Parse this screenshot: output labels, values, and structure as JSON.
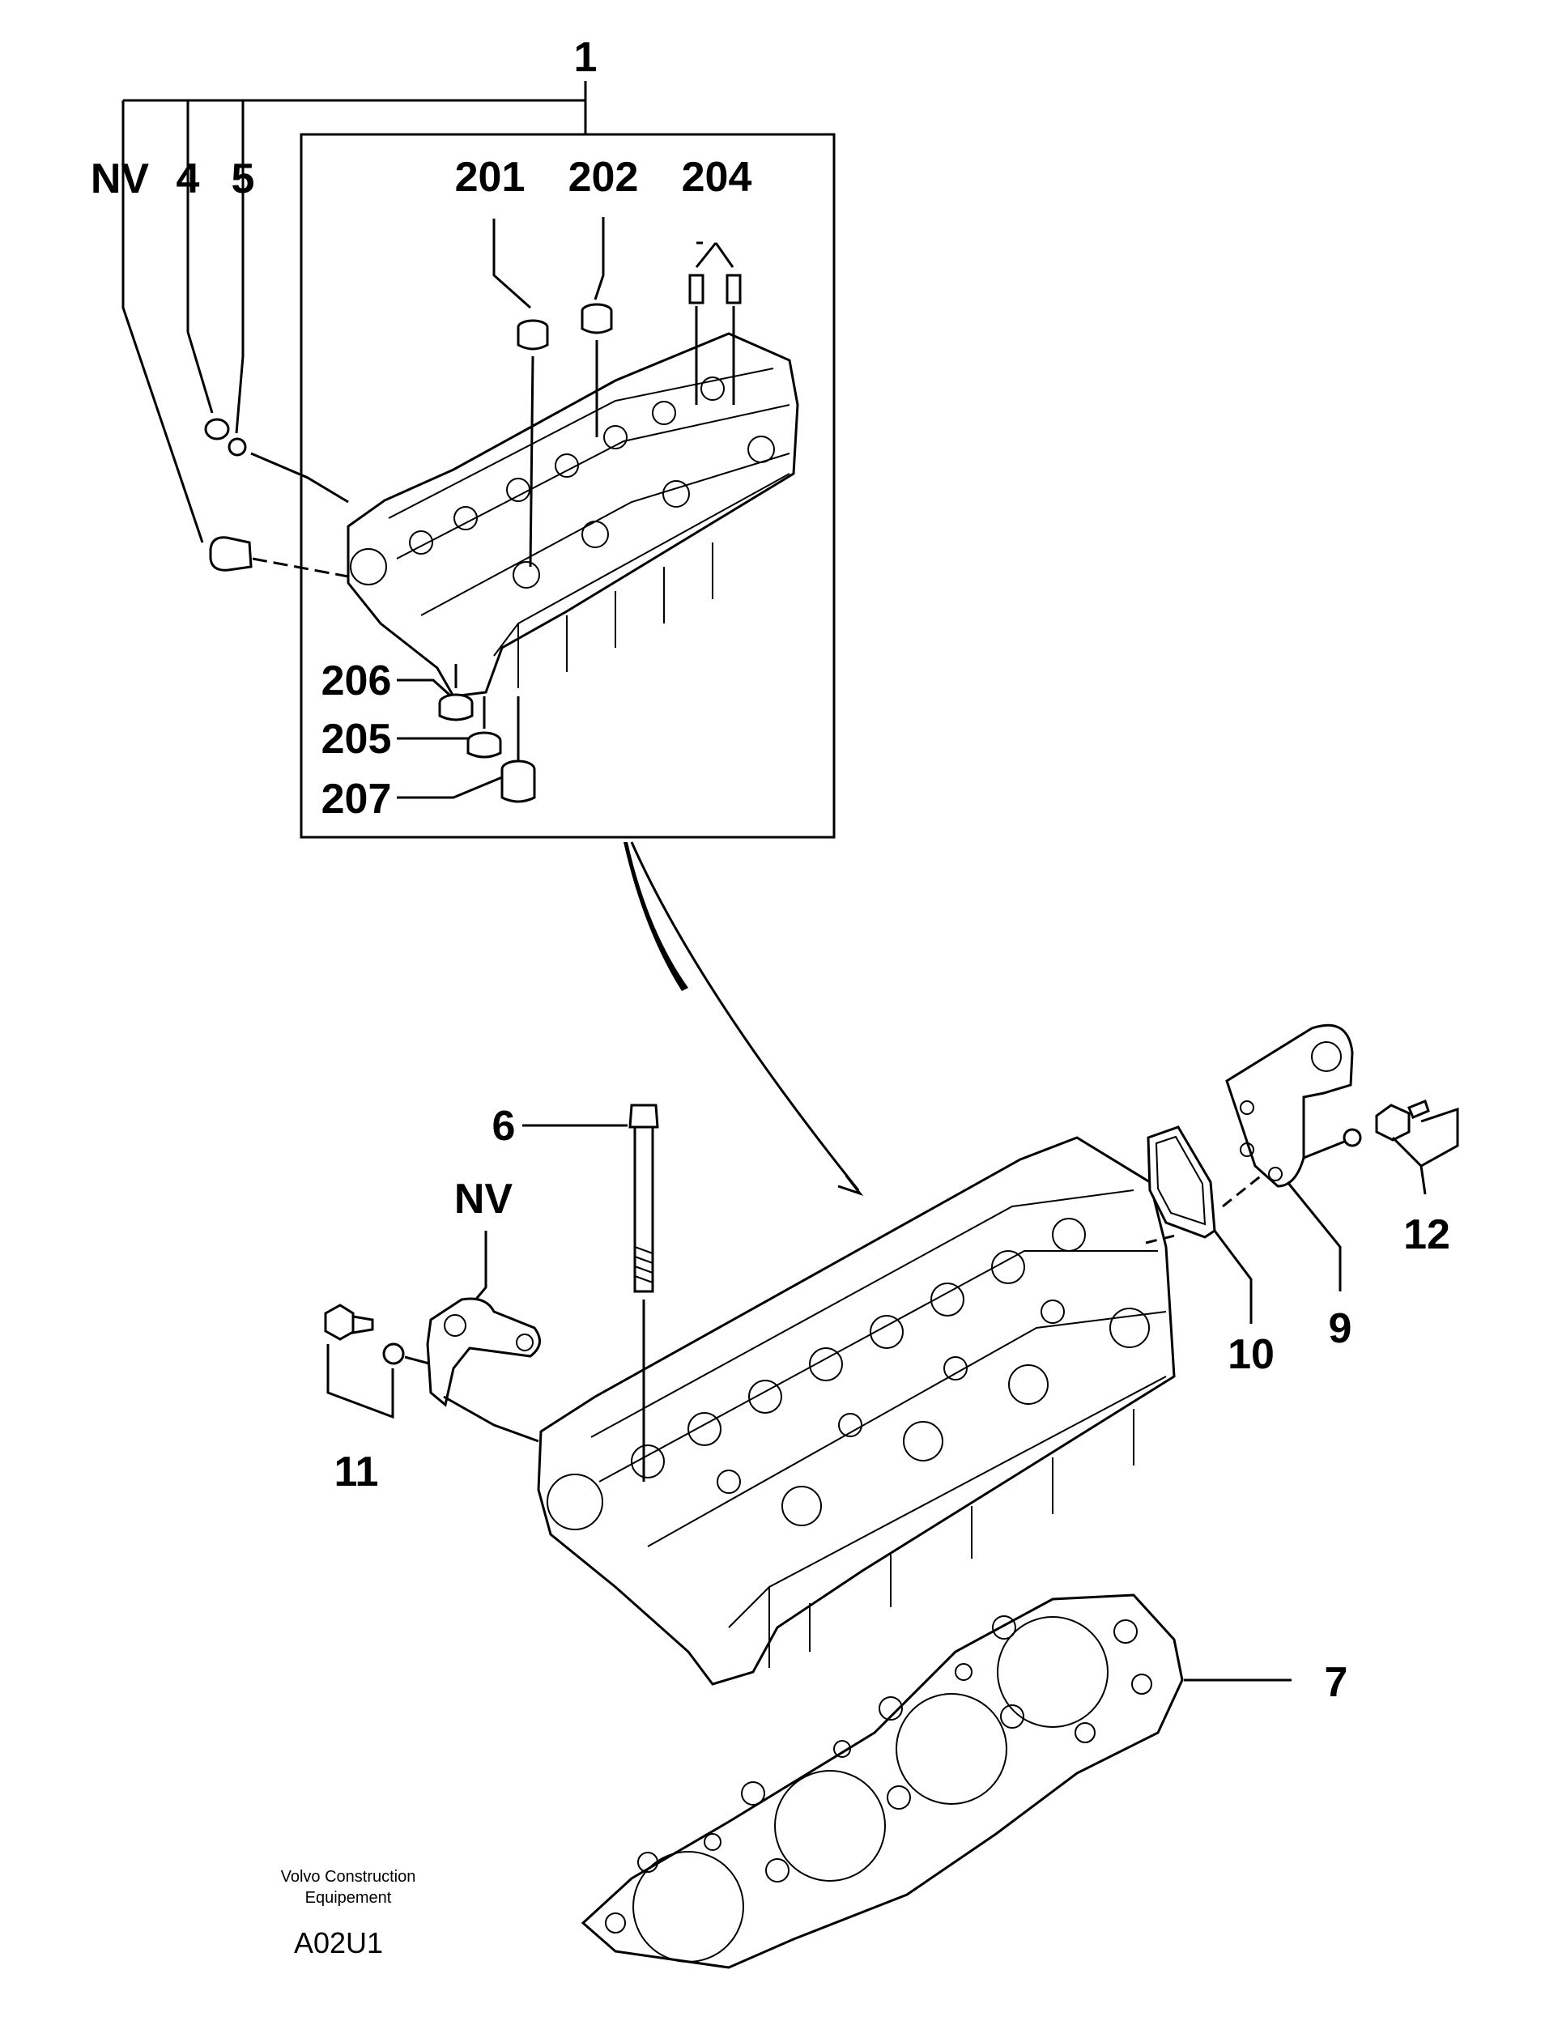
{
  "labels": {
    "l1": "1",
    "nv_top": "NV",
    "l4": "4",
    "l5": "5",
    "l201": "201",
    "l202": "202",
    "l204": "204",
    "l206": "206",
    "l205": "205",
    "l207": "207",
    "l6": "6",
    "nv_mid": "NV",
    "l9": "9",
    "l10": "10",
    "l11": "11",
    "l12": "12",
    "l7": "7"
  },
  "footer": {
    "brand_line1": "Volvo Construction",
    "brand_line2": "Equipement",
    "code": "A02U1"
  }
}
